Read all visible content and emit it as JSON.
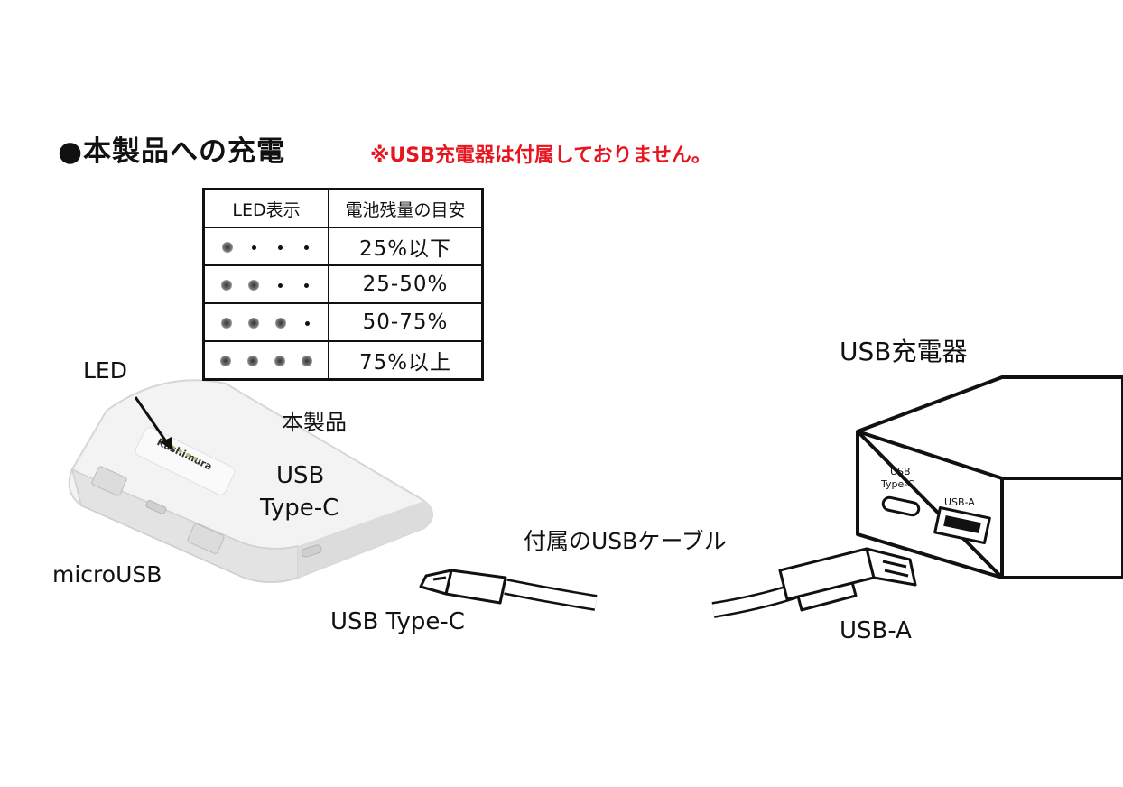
{
  "heading": "●本製品への充電",
  "note": "※USB充電器は付属しておりません。",
  "led_table": {
    "headers": [
      "LED表示",
      "電池残量の目安"
    ],
    "rows": [
      {
        "lit": 1,
        "value": "25%以下"
      },
      {
        "lit": 2,
        "value": "25-50%"
      },
      {
        "lit": 3,
        "value": "50-75%"
      },
      {
        "lit": 4,
        "value": "75%以上"
      }
    ]
  },
  "labels": {
    "unit": "本製品",
    "led": "LED",
    "usb_type_c_line1": "USB",
    "usb_type_c_line2": "Type-C",
    "micro_usb": "microUSB",
    "cable": "付属のUSBケーブル",
    "cable_type_c": "USB Type-C",
    "usb_a": "USB-A",
    "charger": "USB充電器"
  },
  "device": {
    "brand": "Kashimura"
  },
  "charger": {
    "port_c_line1": "USB",
    "port_c_line2": "Type-C",
    "port_a": "USB-A"
  },
  "colors": {
    "note": "#e8141e",
    "device_body": "#f1f1f1"
  }
}
